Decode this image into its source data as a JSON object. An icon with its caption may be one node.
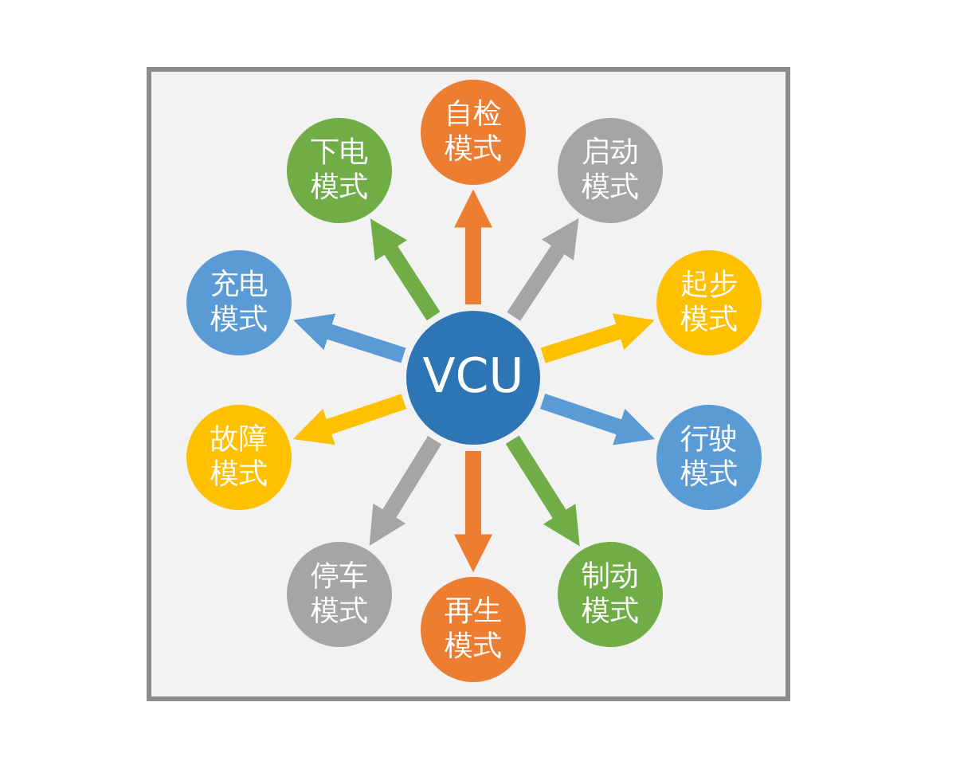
{
  "diagram": {
    "nodes": [
      {
        "text": [
          "VCU"
        ]
      },
      {
        "text": [
          "自检模式"
        ]
      },
      {
        "text": [
          "启动模式"
        ]
      },
      {
        "text": [
          "起步模式"
        ]
      },
      {
        "text": [
          "行驶模式"
        ]
      },
      {
        "text": [
          "制动模式"
        ]
      },
      {
        "text": [
          "再生模式"
        ]
      },
      {
        "text": [
          "停车模式"
        ]
      },
      {
        "text": [
          "故障模式"
        ]
      },
      {
        "text": [
          "充电模式"
        ]
      },
      {
        "text": [
          "下电模式"
        ]
      }
    ],
    "edges": [
      {
        "from": 0,
        "to": 1,
        "arrow": "to",
        "color": "#ed7d31"
      },
      {
        "from": 0,
        "to": 2,
        "arrow": "to",
        "color": "#a5a5a5"
      },
      {
        "from": 0,
        "to": 3,
        "arrow": "to",
        "color": "#ffc000"
      },
      {
        "from": 0,
        "to": 4,
        "arrow": "to",
        "color": "#5b9bd5"
      },
      {
        "from": 0,
        "to": 5,
        "arrow": "to",
        "color": "#70ad47"
      },
      {
        "from": 0,
        "to": 6,
        "arrow": "to",
        "color": "#ed7d31"
      },
      {
        "from": 0,
        "to": 7,
        "arrow": "to",
        "color": "#a5a5a5"
      },
      {
        "from": 0,
        "to": 8,
        "arrow": "to",
        "color": "#ffc000"
      },
      {
        "from": 0,
        "to": 9,
        "arrow": "to",
        "color": "#5b9bd5"
      },
      {
        "from": 0,
        "to": 10,
        "arrow": "to",
        "color": "#70ad47"
      }
    ]
  }
}
